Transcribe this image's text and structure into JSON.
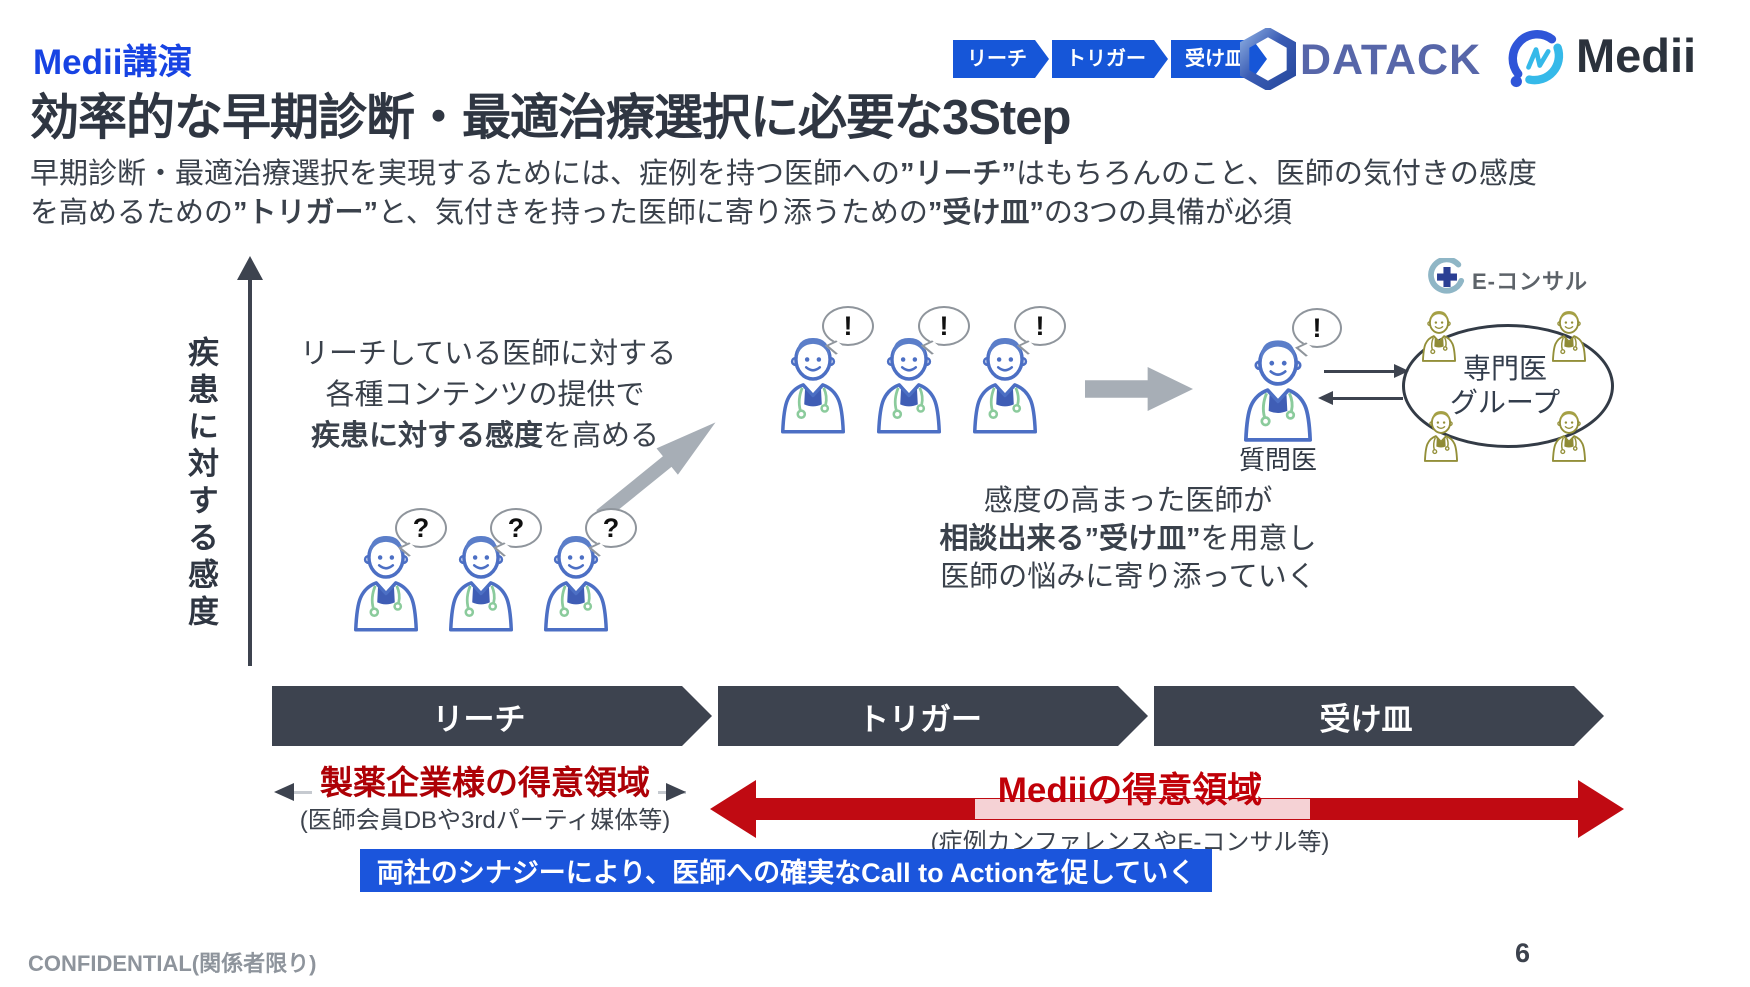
{
  "header": {
    "kicker": "Medii講演",
    "title": "効率的な早期診断・最適治療選択に必要な3Step",
    "subtitle": {
      "l1a": "早期診断・最適治療選択を実現するためには、症例を持つ医師への",
      "l1b": "”リーチ”",
      "l1c": "はもちろんのこと、医師の気付きの感度",
      "l2a": "を高めるための",
      "l2b": "”トリガー”",
      "l2c": "と、気付きを持った医師に寄り添うための",
      "l2d": "”受け皿”",
      "l2e": "の3つの具備が必須"
    },
    "badges": [
      {
        "label": "リーチ"
      },
      {
        "label": "トリガー"
      },
      {
        "label": "受け皿"
      }
    ],
    "logos": {
      "datack": "DATACK",
      "medii": "Medii"
    }
  },
  "diagram": {
    "y_axis_label": "疾患に対する感度",
    "reach_note": {
      "line1": "リーチしている医師に対する",
      "line2": "各種コンテンツの提供で",
      "line3_bold": "疾患に対する感度",
      "line3_rest": "を高める"
    },
    "trigger_note": {
      "line1": "感度の高まった医師が",
      "line2_bold": "相談出来る”受け皿”",
      "line2_rest": "を用意し",
      "line3": "医師の悩みに寄り添っていく"
    },
    "bubble_question": "?",
    "bubble_exclamation": "!",
    "questioner_label": "質問医",
    "econsult_label": "E-コンサル",
    "specialist_group": {
      "line1": "専門医",
      "line2": "グループ"
    }
  },
  "steps": [
    {
      "label": "リーチ"
    },
    {
      "label": "トリガー"
    },
    {
      "label": "受け皿"
    }
  ],
  "domains": {
    "pharma": {
      "title": "製薬企業様の得意領域",
      "subtitle": "(医師会員DBや3rdパーティ媒体等)"
    },
    "medii": {
      "title": "Mediiの得意領域",
      "subtitle": "(症例カンファレンスやE-コンサル等)"
    }
  },
  "synergy_banner": "両社のシナジーにより、医師への確実なCall to Actionを促していく",
  "footer": {
    "confidential": "CONFIDENTIAL(関係者限り)",
    "page_number": "6"
  },
  "colors": {
    "kicker_blue": "#1743e3",
    "badge_blue": "#1656d8",
    "banner_dark": "#3d434f",
    "domain_red": "#c00a12",
    "synergy_blue": "#1b55dc",
    "doctor_blue": "#4c6fc4",
    "specialist_olive": "#938f39"
  }
}
